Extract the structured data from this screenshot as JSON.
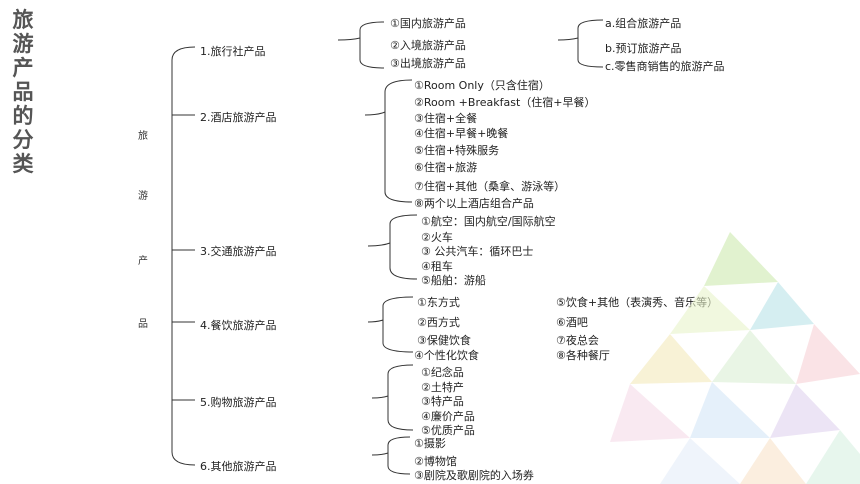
{
  "title_chars": [
    "旅",
    "游",
    "产",
    "品",
    "的",
    "分",
    "类"
  ],
  "root_chars": [
    "旅",
    "游",
    "产",
    "品"
  ],
  "categories": [
    {
      "label": "1.旅行社产品"
    },
    {
      "label": "2.酒店旅游产品"
    },
    {
      "label": "3.交通旅游产品"
    },
    {
      "label": "4.餐饮旅游产品"
    },
    {
      "label": "5.购物旅游产品"
    },
    {
      "label": "6.其他旅游产品"
    }
  ],
  "travel_agency": {
    "items": [
      "①国内旅游产品",
      "②入境旅游产品",
      "③出境旅游产品"
    ],
    "sub": [
      "a.组合旅游产品",
      "b.预订旅游产品",
      "c.零售商销售的旅游产品"
    ]
  },
  "hotel": {
    "items": [
      "①Room Only（只含住宿）",
      "②Room +Breakfast（住宿+早餐）",
      "③住宿+全餐",
      "④住宿+早餐+晚餐",
      "⑤住宿+特殊服务",
      "⑥住宿+旅游",
      "⑦住宿+其他（桑拿、游泳等）",
      "⑧两个以上酒店组合产品"
    ]
  },
  "transport": {
    "items": [
      "①航空：国内航空/国际航空",
      "②火车",
      "③ 公共汽车：循环巴士",
      "④租车",
      "⑤船舶：游船"
    ]
  },
  "food": {
    "left": [
      "①东方式",
      "②西方式",
      "③保健饮食",
      "④个性化饮食"
    ],
    "right": [
      "⑤饮食+其他（表演秀、音乐等）",
      "⑥酒吧",
      "⑦夜总会",
      "⑧各种餐厅"
    ]
  },
  "shopping": {
    "items": [
      "①纪念品",
      "②土特产",
      "③特产品",
      "④廉价产品",
      "⑤优质产品"
    ]
  },
  "other": {
    "items": [
      "①摄影",
      "②博物馆",
      "③剧院及歌剧院的入场券"
    ]
  }
}
